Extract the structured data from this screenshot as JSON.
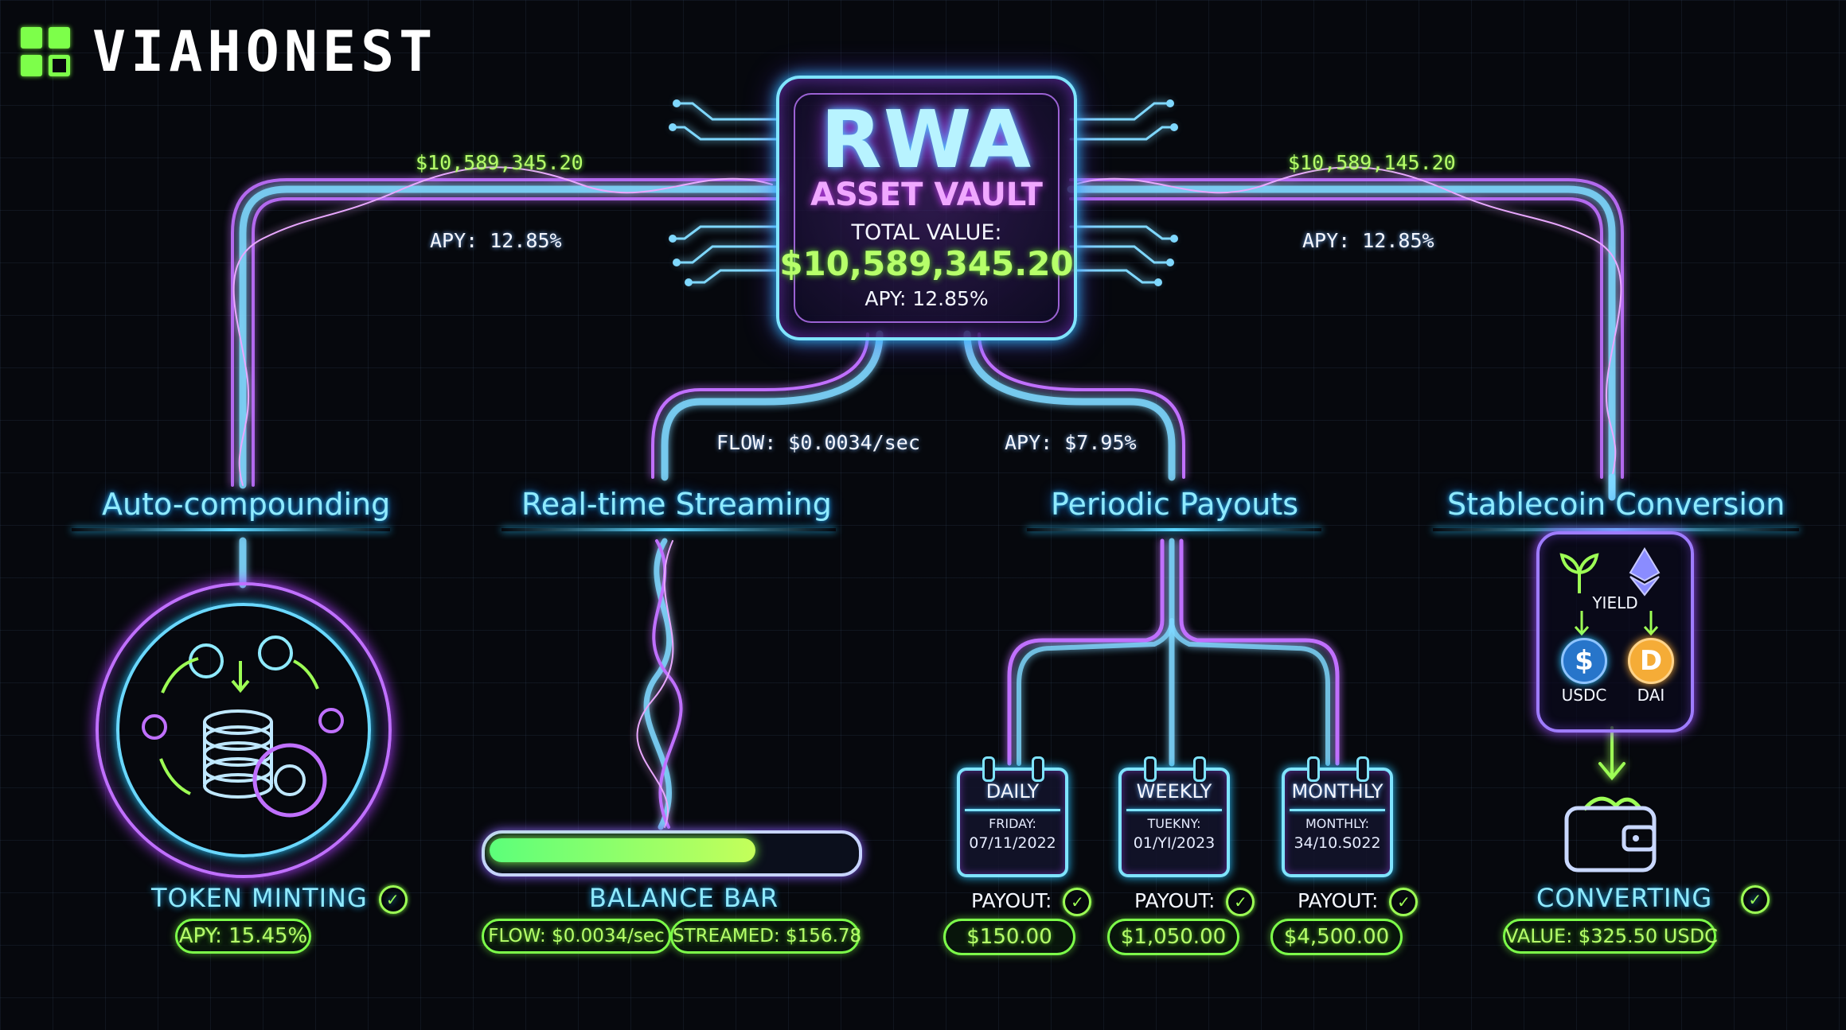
{
  "brand": {
    "name": "VIAHONEST",
    "logo_icon": "qr-grid-icon",
    "accent": "#7dff4a"
  },
  "vault": {
    "title": "RWA",
    "subtitle": "ASSET VAULT",
    "total_label": "TOTAL VALUE:",
    "total_value": "$10,589,345.20",
    "apy": "APY: 12.85%"
  },
  "flow_labels": {
    "left_value": "$10,589,345.20",
    "left_apy": "APY: 12.85%",
    "right_value": "$10,589,145.20",
    "right_apy": "APY: 12.85%",
    "stream_flow": "FLOW: $0.0034/sec",
    "payout_apy": "APY: $7.95%"
  },
  "categories": [
    {
      "label": "Auto-compounding"
    },
    {
      "label": "Real-time Streaming"
    },
    {
      "label": "Periodic Payouts"
    },
    {
      "label": "Stablecoin Conversion"
    }
  ],
  "token_minting": {
    "title": "TOKEN MINTING",
    "apy": "APY: 15.45%",
    "icon": "coin-stack-gear-icon"
  },
  "balance_bar": {
    "title": "BALANCE BAR",
    "fill_fraction": 0.73,
    "flow": "FLOW: $0.0034/sec",
    "streamed": "STREAMED: $156.78"
  },
  "payouts": [
    {
      "period": "DAILY",
      "sub": "FRIDAY:",
      "date": "07/11/2022",
      "label": "PAYOUT:",
      "amount": "$150.00"
    },
    {
      "period": "WEEKLY",
      "sub": "TUEKNY:",
      "date": "01/YI/2023",
      "label": "PAYOUT:",
      "amount": "$1,050.00"
    },
    {
      "period": "MONTHLY",
      "sub": "MONTHLY:",
      "date": "34/10.S022",
      "label": "PAYOUT:",
      "amount": "$4,500.00"
    }
  ],
  "stablecoin": {
    "yield_label": "YIELD",
    "coin1": "USDC",
    "coin2": "DAI",
    "coin1_symbol": "$",
    "coin2_symbol": "D",
    "title": "CONVERTING",
    "value": "VALUE: $325.50 USDC",
    "icons": [
      "sprout-icon",
      "ethereum-icon",
      "usdc-icon",
      "dai-icon",
      "wallet-icon"
    ]
  },
  "colors": {
    "cyan": "#7fe4ff",
    "purple": "#b040ff",
    "green": "#7dff4a"
  }
}
